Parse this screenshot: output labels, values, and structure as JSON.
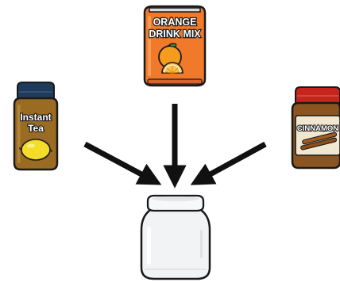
{
  "containers": {
    "orange_drink_mix": {
      "line1": "ORANGE",
      "line2": "DRINK MIX",
      "fruit_icon": "orange-slice-icon"
    },
    "instant_tea": {
      "line1": "Instant",
      "line2": "Tea",
      "fruit_icon": "lemon-icon"
    },
    "cinnamon": {
      "label": "CINNAMON",
      "spice_icon": "cinnamon-sticks-icon"
    },
    "empty_jar": {
      "icon": "glass-jar-icon"
    }
  },
  "arrows": {
    "icon": "arrow-icon",
    "count": 3,
    "direction": "toward-jar"
  },
  "colors": {
    "orange_can": "#f07a2a",
    "orange_fruit": "#f59b1e",
    "tea_jar": "#9a6b22",
    "tea_lid": "#1f3b5c",
    "lemon": "#f3dd2a",
    "cinnamon_jar": "#8a5520",
    "cinnamon_lid": "#c8241e",
    "jar_glass": "#f2f3f5",
    "arrow": "#111111"
  }
}
